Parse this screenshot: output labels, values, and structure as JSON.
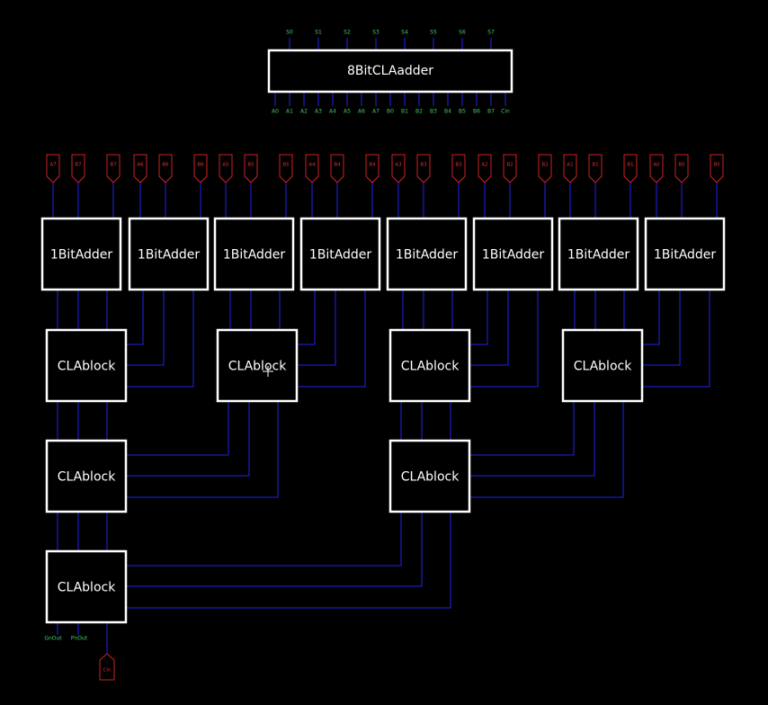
{
  "top_symbol": {
    "label": "8BitCLAadder",
    "outputs": [
      "S0",
      "S1",
      "S2",
      "S3",
      "S4",
      "S5",
      "S6",
      "S7"
    ],
    "inputs": [
      "A0",
      "A1",
      "A2",
      "A3",
      "A4",
      "A5",
      "A6",
      "A7",
      "B0",
      "B1",
      "B2",
      "B3",
      "B4",
      "B5",
      "B6",
      "B7",
      "Cin"
    ]
  },
  "input_ports": [
    "A7",
    "B7",
    "B7",
    "A6",
    "B6",
    "B6",
    "A5",
    "B5",
    "B5",
    "A4",
    "B4",
    "B4",
    "A3",
    "B3",
    "B3",
    "A2",
    "B2",
    "B2",
    "A1",
    "B1",
    "B1",
    "A0",
    "B0",
    "B0"
  ],
  "adder_label": "1BitAdder",
  "cla_label": "CLAblock",
  "gen_out_label": "GnOut",
  "prop_out_label": "PnOut",
  "cin_port": "Cin",
  "colors": {
    "block": "#ffffff",
    "wire": "#2222ee",
    "port": "#cc2222",
    "pin_text": "#44cc66"
  }
}
